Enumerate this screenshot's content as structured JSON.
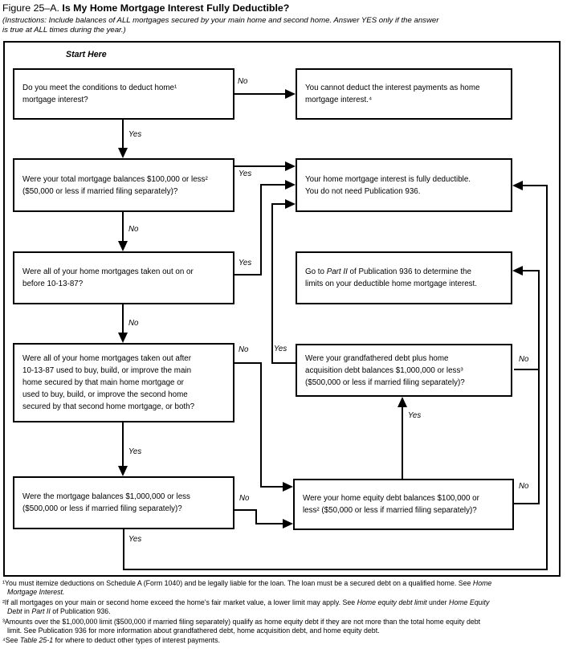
{
  "header": {
    "figure_label": "Figure 25–A.",
    "title": "Is My Home Mortgage Interest Fully Deductible?",
    "instructions": "(Instructions: Include balances of ALL mortgages secured by your main home and second home. Answer YES only if the answer\nis true at ALL times during the year.)"
  },
  "flowchart": {
    "start_label": "Start Here",
    "boxes": {
      "q1": "Do you meet the conditions to deduct home¹\nmortgage interest?",
      "r1": "You cannot deduct the interest payments as home\nmortgage interest.⁴",
      "q2": "Were your total mortgage balances $100,000 or less²\n($50,000 or less if married filing separately)?",
      "r2": "Your home mortgage interest is fully deductible.\nYou do not need Publication 936.",
      "q3": "Were all of your home mortgages taken out on or\nbefore 10-13-87?",
      "r3_segments": [
        {
          "t": "Go to "
        },
        {
          "t": "Part II",
          "i": 1
        },
        {
          "t": " of Publication 936 to determine the\nlimits on your deductible home mortgage interest."
        }
      ],
      "q4": "Were all of your home mortgages taken out after\n10-13-87 used to buy, build, or improve the main\nhome secured by that main home mortgage or\nused to buy, build, or improve the second home\nsecured by that second home mortgage, or both?",
      "r4": "Were your grandfathered debt plus home\nacquisition debt balances $1,000,000 or less³\n($500,000 or less if married filing separately)?",
      "q5": "Were the mortgage balances $1,000,000 or less\n($500,000 or less if married filing separately)?",
      "r6": "Were your home equity debt balances $100,000 or\nless² ($50,000 or less if married filing separately)?"
    },
    "labels": {
      "q1_no": "No",
      "q1_yes": "Yes",
      "q2_yes": "Yes",
      "q2_no": "No",
      "q3_yes": "Yes",
      "q3_no": "No",
      "q4_no": "No",
      "r4_yes": "Yes",
      "r4_no": "No",
      "q4_yes": "Yes",
      "q5_no": "No",
      "q5_yes": "Yes",
      "r6_yes": "Yes",
      "r6_no": "No"
    },
    "line_color": "#000000",
    "background_color": "#ffffff"
  },
  "footnotes": [
    {
      "lines": [
        [
          {
            "t": "¹You must itemize deductions on Schedule A (Form 1040) and be legally liable for the loan. The loan must be a secured debt on a qualified home. See "
          },
          {
            "t": "Home",
            "i": 1
          }
        ],
        [
          {
            "t": "Mortgage Interest.",
            "i": 1
          }
        ]
      ]
    },
    {
      "lines": [
        [
          {
            "t": "²If all mortgages on your main or second home exceed the home's fair market value, a lower limit may apply. See "
          },
          {
            "t": "Home equity debt limit",
            "i": 1
          },
          {
            "t": " under "
          },
          {
            "t": "Home Equity",
            "i": 1
          }
        ],
        [
          {
            "t": "Debt",
            "i": 1
          },
          {
            "t": " in "
          },
          {
            "t": "Part II",
            "i": 1
          },
          {
            "t": " of Publication 936."
          }
        ]
      ]
    },
    {
      "lines": [
        [
          {
            "t": "³Amounts over the $1,000,000 limit ($500,000 if married filing separately) qualify as home equity debt if they are not more than the total home equity debt"
          }
        ],
        [
          {
            "t": "limit. See Publication 936 for more information about grandfathered debt, home acquisition debt, and home equity debt."
          }
        ]
      ]
    },
    {
      "lines": [
        [
          {
            "t": "⁴See "
          },
          {
            "t": "Table 25-1",
            "i": 1
          },
          {
            "t": " for where to deduct other types of interest payments."
          }
        ]
      ]
    }
  ]
}
